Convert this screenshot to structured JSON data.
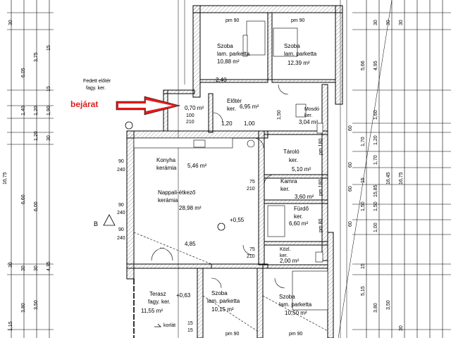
{
  "entrance": {
    "label": "bejárat",
    "color": "#e31b1b"
  },
  "covered_entry": {
    "name": "Fedett előtér",
    "floor": "fagy. ker."
  },
  "rooms": {
    "bedroom_nw": {
      "name": "Szoba",
      "floor": "lam. parketta",
      "area": "10,88 m²"
    },
    "bedroom_ne": {
      "name": "Szoba",
      "floor": "lam. parketta",
      "area": "12,39 m²"
    },
    "vestibule_small": {
      "area": "0,70 m²"
    },
    "hall": {
      "name": "Előtér",
      "floor": "ker.",
      "area": "6,95 m²"
    },
    "laundry": {
      "name": "Mosdó",
      "floor": "ker.",
      "area": "3,04 m²"
    },
    "storage": {
      "name": "Tároló",
      "floor": "ker.",
      "area": "5,10 m²"
    },
    "kitchen": {
      "name": "Konyha",
      "floor": "kerámia",
      "area": "5,46 m²"
    },
    "pantry": {
      "name": "Kamra",
      "floor": "ker.",
      "area": "3,60 m²"
    },
    "living": {
      "name": "Nappali-étkező",
      "floor": "kerámia",
      "area": "28,98 m²"
    },
    "bath": {
      "name": "Fürdő",
      "floor": "ker.",
      "area": "6,60 m²"
    },
    "corridor": {
      "name": "Közl.",
      "floor": "ker.",
      "area": "2,00 m²"
    },
    "terrace": {
      "name": "Terasz",
      "floor": "fagy. ker.",
      "area": "11,55 m²",
      "level": "+0,63"
    },
    "bedroom_sw": {
      "name": "Szoba",
      "floor": "lam. parketta",
      "area": "10,15 m²"
    },
    "bedroom_se": {
      "name": "Szoba",
      "floor": "lam. parketta",
      "area": "10,50 m²"
    }
  },
  "labels": {
    "pm90_a": "pm 90",
    "pm90_b": "pm 90",
    "pm90_c": "pm 90",
    "pm90_d": "pm 90",
    "d240": "2,40",
    "d485": "4,85",
    "d120": "1,20",
    "d100": "1,00",
    "d100_b": "100",
    "d210_a": "210",
    "d210_b": "210",
    "d210_c": "210",
    "d75_a": "75",
    "d75_b": "75",
    "d90_a": "90",
    "d90_b": "90",
    "d90_c": "90",
    "d240_a": "240",
    "d240_b": "240",
    "d240_c": "240",
    "level_055": "+0,55",
    "section_b": "B",
    "railing": "korlát",
    "pm_180_a": "pm 180",
    "pm_180_b": "pm 180",
    "pm_180_c": "pm 80",
    "d150": "1,50",
    "d15": "15",
    "d15_b": "15"
  },
  "left_dims": {
    "outer_total": "16,75",
    "outer_a": "6,05",
    "outer_b": "6,60",
    "outer_c": "3,80",
    "inner_a": "3,75",
    "inner_b": "6,00",
    "inner_c": "3,50",
    "small": [
      "30",
      "1,90",
      "1,20",
      "30",
      "30",
      "30",
      "15",
      "4,35",
      "15",
      "1,15",
      "1,40",
      "1,20",
      "30"
    ]
  },
  "right_dims": {
    "outer_total": "16,75",
    "outer_b": "16,45",
    "outer_c": "15,85",
    "a": "5,66",
    "b": "4,95",
    "c": "5,15",
    "d": "3,80",
    "e": "3,50",
    "small": [
      "30",
      "30",
      "30",
      "1,60",
      "1,70",
      "1,70",
      "1,20",
      "1,50",
      "1,50",
      "1,00",
      "60",
      "60",
      "60",
      "60",
      "15",
      "15",
      "30"
    ]
  }
}
